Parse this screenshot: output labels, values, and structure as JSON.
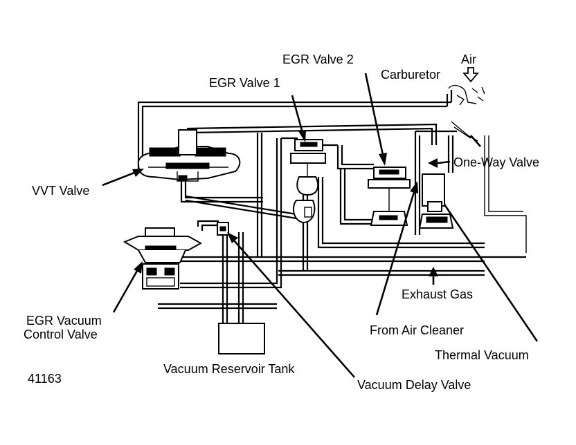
{
  "labels": {
    "egr_valve_2": "EGR Valve 2",
    "air": "Air",
    "carburetor": "Carburetor",
    "egr_valve_1": "EGR Valve 1",
    "one_way_valve": "One-Way Valve",
    "vvt_valve": "VVT Valve",
    "exhaust_gas": "Exhaust Gas",
    "egr_vacuum_control_valve_line1": "EGR Vacuum",
    "egr_vacuum_control_valve_line2": "Control Valve",
    "from_air_cleaner": "From Air Cleaner",
    "thermal_vacuum": "Thermal Vacuum",
    "vacuum_reservoir_tank": "Vacuum Reservoir Tank",
    "vacuum_delay_valve": "Vacuum Delay Valve",
    "figure_number": "41163"
  }
}
